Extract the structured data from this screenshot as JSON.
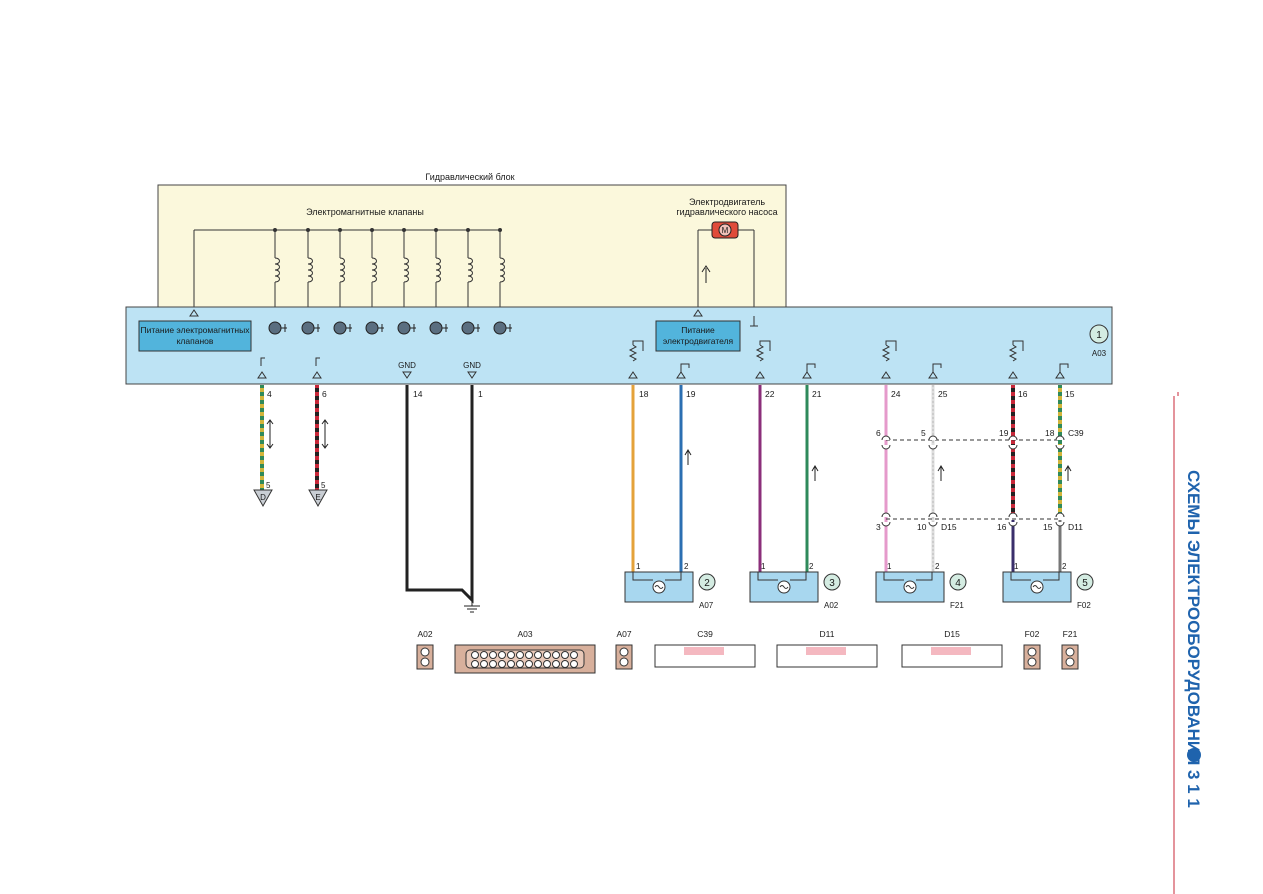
{
  "hydraulic_block": {
    "title": "Гидравлический блок",
    "valves_label": "Электромагнитные клапаны",
    "motor_label_line1": "Электродвигатель",
    "motor_label_line2": "гидравлического насоса",
    "motor_symbol": "M"
  },
  "control_unit": {
    "valve_power_line1": "Питание электромагнитных",
    "valve_power_line2": "клапанов",
    "motor_power_line1": "Питание",
    "motor_power_line2": "электродвигателя",
    "number": "1",
    "code": "A03"
  },
  "pins": {
    "p4": "4",
    "p6": "6",
    "p14": "14",
    "p1": "1",
    "p18": "18",
    "p19": "19",
    "p22": "22",
    "p21": "21",
    "p24": "24",
    "p25": "25",
    "p16": "16",
    "p15": "15"
  },
  "ground_labels": {
    "gnd1": "GND",
    "gnd2": "GND"
  },
  "left_terminals": {
    "d_pin": "5",
    "d_label": "D",
    "e_pin": "5",
    "e_label": "E"
  },
  "c39": {
    "code": "C39",
    "p6": "6",
    "p5": "5",
    "p19": "19",
    "p18": "18"
  },
  "d15": {
    "code": "D15",
    "p3": "3",
    "p10": "10"
  },
  "d11": {
    "code": "D11",
    "p16": "16",
    "p15": "15"
  },
  "sensors": [
    {
      "number": "2",
      "code": "A07",
      "pin1": "1",
      "pin2": "2"
    },
    {
      "number": "3",
      "code": "A02",
      "pin1": "1",
      "pin2": "2"
    },
    {
      "number": "4",
      "code": "F21",
      "pin1": "1",
      "pin2": "2"
    },
    {
      "number": "5",
      "code": "F02",
      "pin1": "1",
      "pin2": "2"
    }
  ],
  "connector_legend": {
    "a02": "A02",
    "a03": "A03",
    "a07": "A07",
    "c39": "C39",
    "d11": "D11",
    "d15": "D15",
    "f02": "F02",
    "f21": "F21"
  },
  "side_title": "СХЕМЫ ЭЛЕКТРООБОРУДОВАНИЯ",
  "page_number": "3 1 1",
  "colors": {
    "hydraulic_bg": "#fbf8dc",
    "control_bg": "#bde3f4",
    "label_box": "#52b4dc",
    "sensor_bg": "#a8d7ef",
    "connector_bg": "#d8b09c",
    "badge_bg": "#d4ece2",
    "side_blue": "#1f63ad",
    "wire_orange": "#e4a23a",
    "wire_blue": "#2b6fb2",
    "wire_purple": "#8b2f7a",
    "wire_green": "#2f8a5b",
    "wire_pink": "#e59acb",
    "wire_black": "#222222",
    "wire_red": "#c8283a",
    "wire_yellowgreen": "#b7b233"
  },
  "icons": [
    "motor-icon",
    "solenoid-coil-icon",
    "transistor-icon",
    "resistor-icon",
    "ground-icon",
    "sensor-icon",
    "arrow-up-icon"
  ]
}
